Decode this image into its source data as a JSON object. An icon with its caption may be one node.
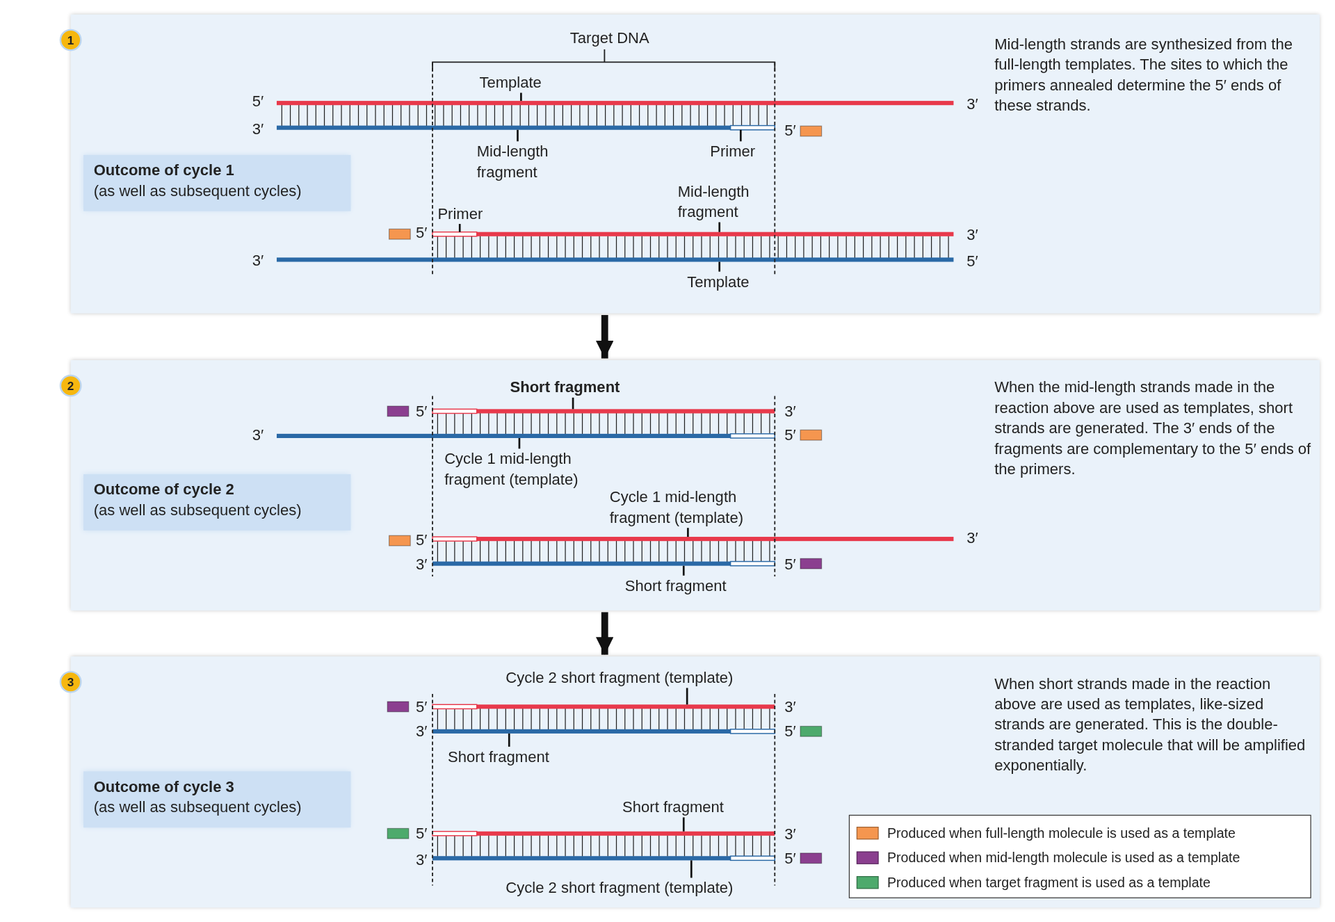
{
  "diagram": {
    "nodes": [
      {
        "text": [
          "Mid-length strands are synthesized from the full-length templates. The sites to which the primers annealed determine the 5′ ends of these strands."
        ]
      },
      {
        "text": [
          "1"
        ],
        "in": 0
      },
      {
        "text": [
          "Outcome of cycle 1",
          "(as well as subsequent cycles)"
        ],
        "in": 0
      },
      {
        "text": [
          "Template"
        ],
        "in": 0
      },
      {
        "text": [
          "Mid-length fragment"
        ],
        "in": 0
      },
      {
        "text": [
          "Primer"
        ],
        "in": 0
      },
      {
        "text": [
          "Mid-length fragment"
        ],
        "in": 0
      },
      {
        "text": [
          "Primer"
        ],
        "in": 0
      },
      {
        "text": [
          "Template"
        ],
        "in": 0
      },
      {
        "text": [
          "When the mid-length strands made in the reaction above are used as templates, short strands are generated. The 3′ ends of the fragments are complementary to the 5′ ends of the primers."
        ]
      },
      {
        "text": [
          "2"
        ],
        "in": 9
      },
      {
        "text": [
          "Outcome of cycle 2",
          "(as well as subsequent cycles)"
        ],
        "in": 9
      },
      {
        "text": [
          "Short fragment"
        ],
        "in": 9
      },
      {
        "text": [
          "Cycle 1 mid-length fragment (template)"
        ],
        "in": 9
      },
      {
        "text": [
          "Cycle 1 mid-length fragment (template)"
        ],
        "in": 9
      },
      {
        "text": [
          "Short fragment"
        ],
        "in": 9
      },
      {
        "text": [
          "When short strands made in the reaction above are used as templates, like-sized strands are generated. This is the double-stranded target molecule that will be amplified exponentially."
        ]
      },
      {
        "text": [
          "3"
        ],
        "in": 16
      },
      {
        "text": [
          "Outcome of cycle 3",
          "(as well as subsequent cycles)"
        ],
        "in": 16
      },
      {
        "text": [
          "Cycle 2 short fragment (template)"
        ],
        "in": 16
      },
      {
        "text": [
          "Short fragment"
        ],
        "in": 16
      },
      {
        "text": [
          "Short fragment"
        ],
        "in": 16
      },
      {
        "text": [
          "Cycle 2 short fragment (template)"
        ],
        "in": 16
      },
      {
        "text": [],
        "shape": "picture",
        "in": 0
      },
      {
        "text": [],
        "shape": "picture",
        "in": 0
      },
      {
        "text": [],
        "shape": "picture",
        "in": 9
      },
      {
        "text": [],
        "shape": "picture",
        "in": 9
      },
      {
        "text": [],
        "shape": "picture",
        "in": 16
      },
      {
        "text": [],
        "shape": "picture",
        "in": 16
      }
    ],
    "edges": [
      {
        "from": 0,
        "to": 9,
        "arrow": "to",
        "style": "thick"
      },
      {
        "from": 9,
        "to": 16,
        "arrow": "to",
        "style": "thick"
      },
      {
        "from": 3,
        "to": 23,
        "arrow": "none"
      },
      {
        "from": 4,
        "to": 23,
        "arrow": "none"
      },
      {
        "from": 5,
        "to": 23,
        "arrow": "none"
      },
      {
        "from": 6,
        "to": 24,
        "arrow": "none"
      },
      {
        "from": 7,
        "to": 24,
        "arrow": "none"
      },
      {
        "from": 8,
        "to": 24,
        "arrow": "none"
      },
      {
        "from": 12,
        "to": 25,
        "arrow": "none"
      },
      {
        "from": 13,
        "to": 25,
        "arrow": "none"
      },
      {
        "from": 14,
        "to": 26,
        "arrow": "none"
      },
      {
        "from": 15,
        "to": 26,
        "arrow": "none"
      },
      {
        "from": 19,
        "to": 27,
        "arrow": "none"
      },
      {
        "from": 20,
        "to": 27,
        "arrow": "none"
      },
      {
        "from": 21,
        "to": 28,
        "arrow": "none"
      },
      {
        "from": 22,
        "to": 28,
        "arrow": "none"
      }
    ],
    "labels": [
      "Target DNA",
      "5′",
      "3′",
      "3′",
      "5′",
      "5′",
      "3′",
      "3′",
      "5′",
      "5′",
      "3′",
      "3′",
      "5′",
      "5′",
      "3′",
      "3′",
      "5′",
      "5′",
      "3′",
      "3′",
      "5′",
      "5′",
      "3′",
      "3′",
      "5′"
    ],
    "legend": [
      {
        "text": "Produced when full-length molecule is used as a template",
        "color": "#f5964f"
      },
      {
        "text": "Produced when mid-length molecule is used as a template",
        "color": "#8b3f8f"
      },
      {
        "text": "Produced when target fragment is used as a template",
        "color": "#4daa6c"
      }
    ]
  }
}
